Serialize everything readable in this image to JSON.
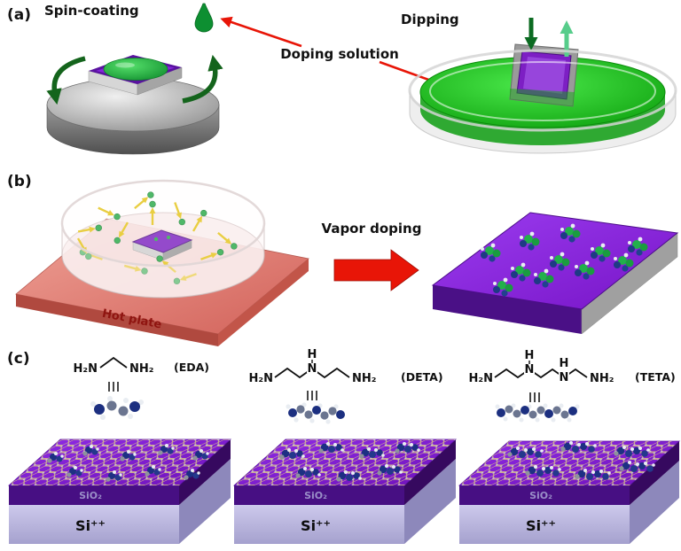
{
  "colors": {
    "accent_red": "#e81507",
    "solution_green": "#12b512",
    "film_purple": "#7d1fc4",
    "hot_plate_red": "#d5655c",
    "silicon_lavender": "#b9b5df"
  },
  "panel_a": {
    "label": "(a)",
    "spin_coating_title": "Spin-coating",
    "dipping_title": "Dipping",
    "doping_solution_label": "Doping solution"
  },
  "panel_b": {
    "label": "(b)",
    "hot_plate_label": "Hot plate",
    "vapor_doping_label": "Vapor doping"
  },
  "panel_c": {
    "label": "(c)",
    "molecules": [
      {
        "name_label": "(EDA)",
        "left_group": "H₂N",
        "right_group": "NH₂"
      },
      {
        "name_label": "(DETA)",
        "left_group": "H₂N",
        "right_group": "NH₂",
        "n_label": "N",
        "h_label": "H"
      },
      {
        "name_label": "(TETA)",
        "left_group": "H₂N",
        "right_group": "NH₂",
        "n1_label": "N",
        "h1_label": "H",
        "n2_label": "N",
        "h2_label": "H"
      }
    ],
    "substrates": [
      {
        "oxide_label": "SiO₂",
        "silicon_label": "Si⁺⁺"
      },
      {
        "oxide_label": "SiO₂",
        "silicon_label": "Si⁺⁺"
      },
      {
        "oxide_label": "SiO₂",
        "silicon_label": "Si⁺⁺"
      }
    ]
  }
}
